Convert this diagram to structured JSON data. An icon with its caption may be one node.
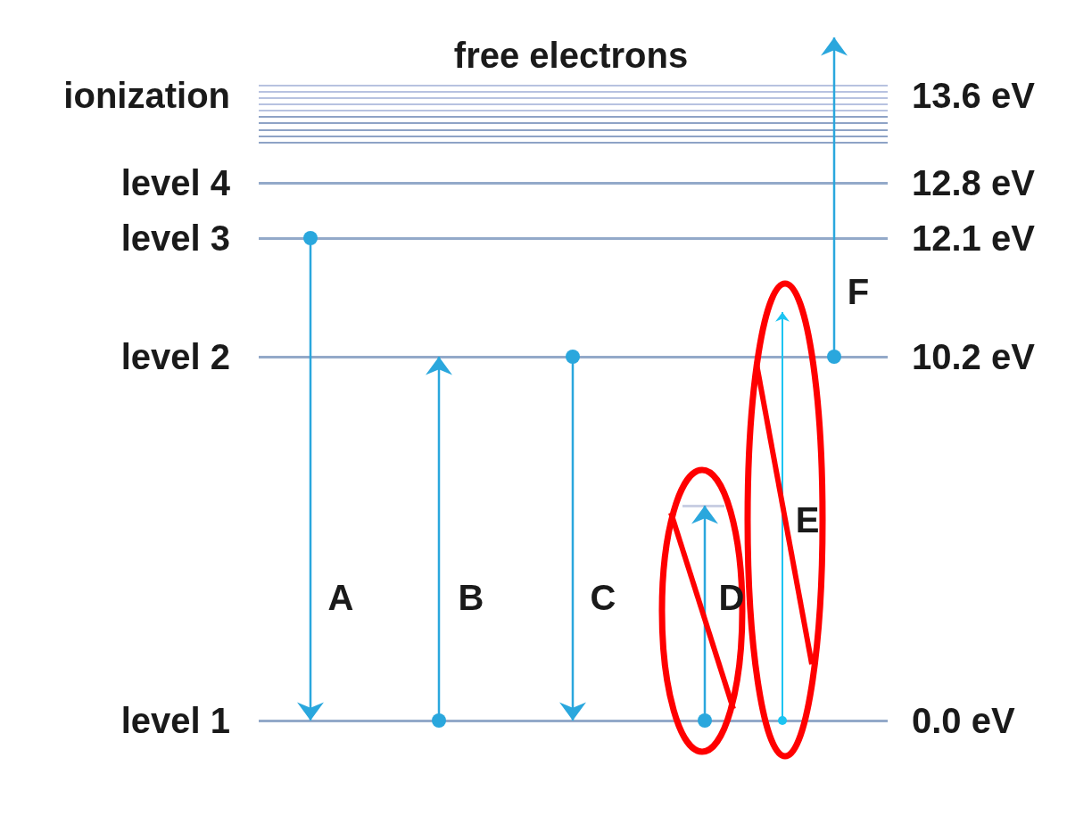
{
  "diagram": {
    "nodes": [
      {
        "text": [],
        "shape": "band",
        "beside": [
          "ionization",
          "13.6 eV"
        ]
      },
      {
        "text": [],
        "shape": "line",
        "beside": [
          "level 4",
          "12.8 eV"
        ]
      },
      {
        "text": [],
        "shape": "line",
        "beside": [
          "level 3",
          "12.1 eV"
        ]
      },
      {
        "text": [],
        "shape": "line",
        "beside": [
          "level 2",
          "10.2 eV"
        ]
      },
      {
        "text": [],
        "shape": "line",
        "beside": [
          "level 1",
          "0.0 eV"
        ]
      },
      {
        "text": [],
        "shape": "line"
      }
    ],
    "edges": [
      {
        "from": 2,
        "to": 4,
        "arrow": "to",
        "label": "A"
      },
      {
        "from": 4,
        "to": 3,
        "arrow": "to",
        "label": "B"
      },
      {
        "from": 3,
        "to": 4,
        "arrow": "to",
        "label": "C"
      },
      {
        "from": 4,
        "to": 5,
        "arrow": "to",
        "label": "D"
      },
      {
        "from": 4,
        "to": null,
        "arrow": "to",
        "label": "E",
        "color": "#1cc4f2"
      },
      {
        "from": 3,
        "to": null,
        "arrow": "to",
        "label": "F"
      }
    ],
    "labels": [
      "free electrons"
    ]
  }
}
